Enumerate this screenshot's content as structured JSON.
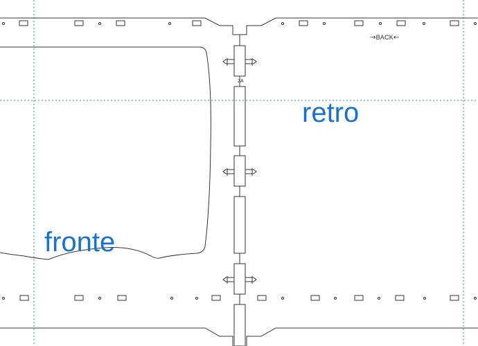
{
  "labels": {
    "front": "fronte",
    "back_side": "retro",
    "back_marker": "BACK",
    "panel_code": "2A"
  },
  "colors": {
    "outline": "#333333",
    "guide": "#2a8a8a",
    "label": "#1a73c8"
  },
  "icons": {
    "arrow_right": "right-arrow-icon",
    "arrow_left": "left-arrow-icon",
    "arrow_right_glyph": "→",
    "arrow_left_glyph": "←"
  }
}
